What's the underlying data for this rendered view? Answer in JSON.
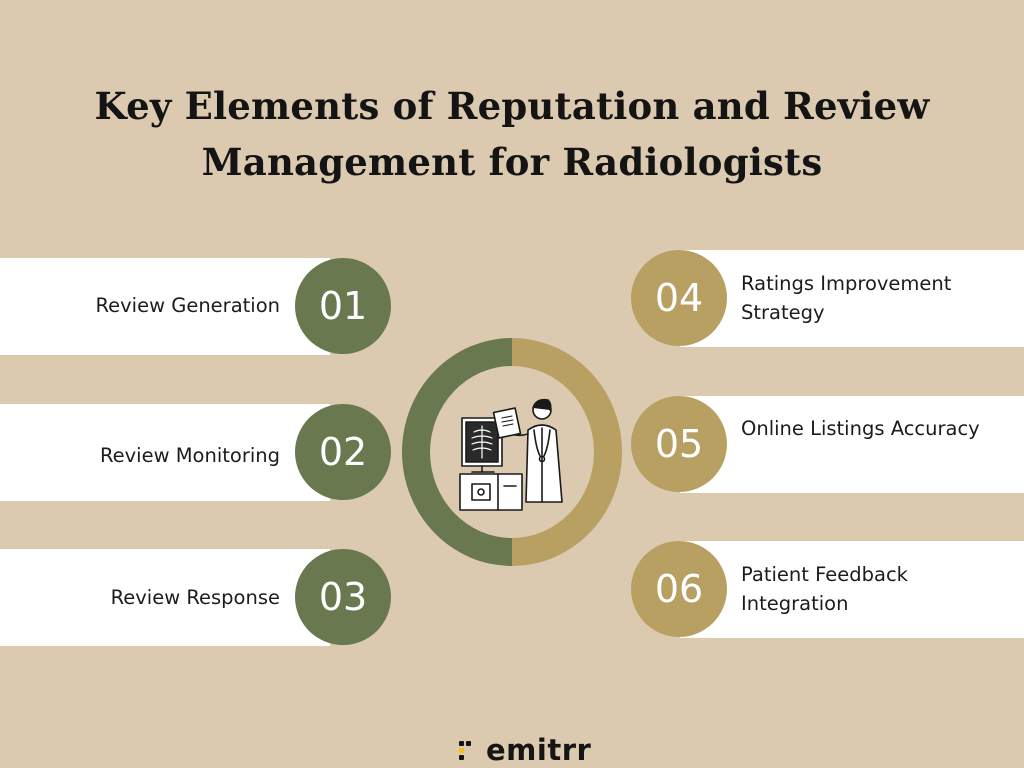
{
  "title": {
    "line1": "Key Elements of Reputation and Review",
    "line2": "Management for Radiologists"
  },
  "items": [
    {
      "number": "01",
      "label": "Review Generation",
      "color": "#69784f"
    },
    {
      "number": "02",
      "label": "Review Monitoring",
      "color": "#69784f"
    },
    {
      "number": "03",
      "label": "Review Response",
      "color": "#69784f"
    },
    {
      "number": "04",
      "label": "Ratings Improvement Strategy",
      "color": "#b8a063"
    },
    {
      "number": "05",
      "label": "Online Listings Accuracy",
      "color": "#b8a063"
    },
    {
      "number": "06",
      "label": "Patient Feedback Integration",
      "color": "#b8a063"
    }
  ],
  "center_icon": "radiologist-xray-illustration",
  "logo": {
    "text": "emitrr",
    "accent": "#f2c218"
  },
  "colors": {
    "background": "#dccab0",
    "green": "#69784f",
    "gold": "#b8a063",
    "band": "#ffffff"
  }
}
